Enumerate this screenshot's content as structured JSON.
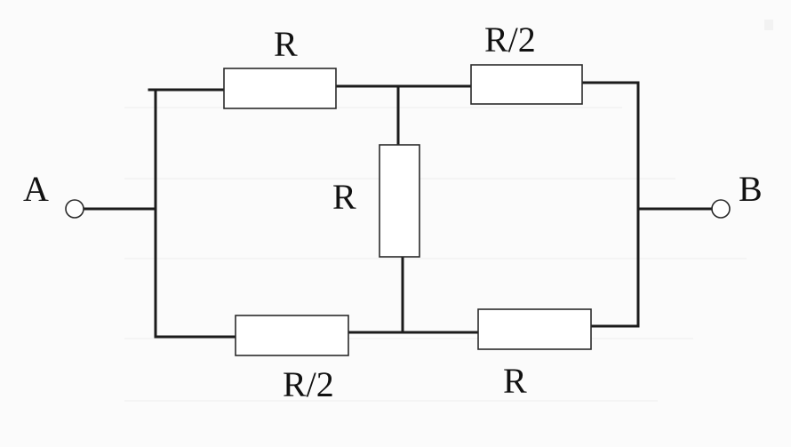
{
  "diagram": {
    "terminals": {
      "a": {
        "label": "A"
      },
      "b": {
        "label": "B"
      }
    },
    "resistors": {
      "top_left": {
        "label": "R"
      },
      "top_right": {
        "label": "R/2"
      },
      "middle": {
        "label": "R"
      },
      "bottom_left": {
        "label": "R/2"
      },
      "bottom_right": {
        "label": "R"
      }
    },
    "colors": {
      "wire": "#1b1b1b",
      "resistor_fill": "#ffffff",
      "background": "#fbfbfb"
    }
  }
}
